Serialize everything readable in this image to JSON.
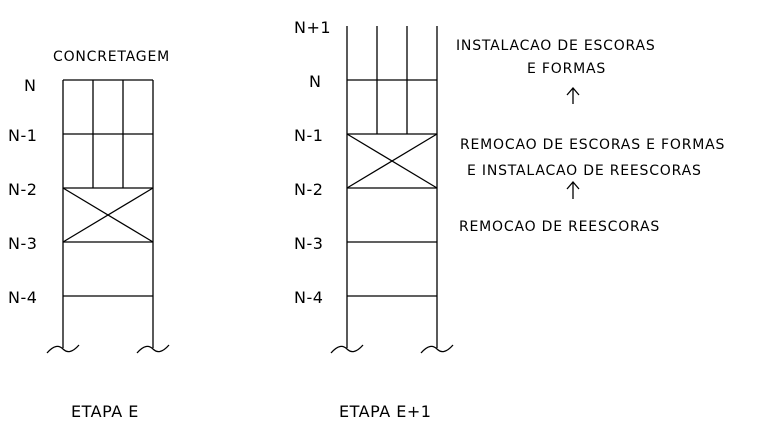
{
  "stage_e": {
    "caption": "ETAPA E",
    "top_label": "CONCRETAGEM",
    "levels": [
      "N",
      "N-1",
      "N-2",
      "N-3",
      "N-4"
    ]
  },
  "stage_e1": {
    "caption": "ETAPA E+1",
    "levels": [
      "N+1",
      "N",
      "N-1",
      "N-2",
      "N-3",
      "N-4"
    ]
  },
  "notes": {
    "install_line1": "INSTALACAO DE ESCORAS",
    "install_line2": "E FORMAS",
    "removal_line1": "REMOCAO DE ESCORAS E FORMAS",
    "removal_line2": "E INSTALACAO DE REESCORAS",
    "reshore_removal": "REMOCAO DE REESCORAS"
  }
}
